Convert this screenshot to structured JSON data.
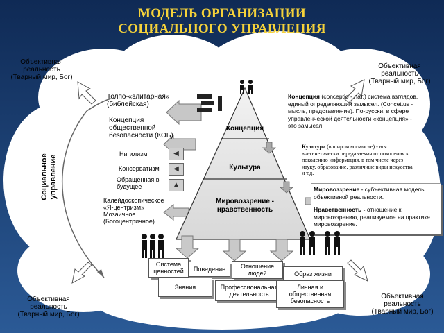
{
  "title": {
    "line1": "МОДЕЛЬ ОРГАНИЗАЦИИ",
    "line2": "СОЦИАЛЬНОГО УПРАВЛЕНИЯ"
  },
  "corners": {
    "top_left": [
      "Объективная",
      "реальность",
      "(Тварный мир, Бог)"
    ],
    "top_right": [
      "Объективная",
      "реальность",
      "(Тварный мир, Бог)"
    ],
    "bottom_left": [
      "Объективная",
      "реальность",
      "(Тварный мир, Бог)"
    ],
    "bottom_right": [
      "Объективная",
      "реальность",
      "(Тварный мир, Бог)"
    ]
  },
  "side_label": [
    "Социальное",
    "управление"
  ],
  "left_labels": {
    "tolpo": [
      "Толпо-«элитарная»",
      "(библейская)"
    ],
    "kob": [
      "Концепция",
      "общественной",
      "безопасности (КОБ)"
    ],
    "nigilizm": "Нигилизм",
    "konservatizm": "Консерватизм",
    "future": [
      "Обращенная в",
      "будущее"
    ],
    "kaleido": [
      "Калейдоскопическое",
      "«Я-центризм»",
      "Мозаичное",
      "(Богоцентричное)"
    ]
  },
  "pyramid": {
    "top": "Концепция",
    "middle": "Культура",
    "bottom": [
      "Мировоззрение -",
      "нравственность"
    ]
  },
  "right_texts": {
    "concept_head": "Концепция",
    "concept_body": "(conceptio - лат.) система взглядов, единый определяющий замысел. (Concettus - мысль, представление). По-русски, в сфере управленческой деятельности «концепция» - это замысел.",
    "culture_head": "Культура",
    "culture_body": "(в широком смысле) - вся внегенетически передаваемая от поколения к поколению информация, в том числе через науку, образование, различные виды искусства и т.д.",
    "world_head": "Мировоззрение",
    "world_body": "- субъективная модель объективной реальности.",
    "moral_head": "Нравственность -",
    "moral_body": "отношение к мировоззрению, реализуемое на практике мировоззрение."
  },
  "bottom_boxes": {
    "values": [
      "Система",
      "ценностей"
    ],
    "behavior": "Поведение",
    "relations": [
      "Отношение",
      "людей"
    ],
    "lifestyle": "Образ жизни",
    "knowledge": "Знания",
    "professional": [
      "Профессиональная",
      "деятельность"
    ],
    "personal": [
      "Личная и",
      "общественная",
      "безопасность"
    ]
  },
  "colors": {
    "background": "#1c3f72",
    "title": "#f5d23a",
    "cloud": "#ffffff",
    "arrow_gray": "#bdbdbd"
  }
}
